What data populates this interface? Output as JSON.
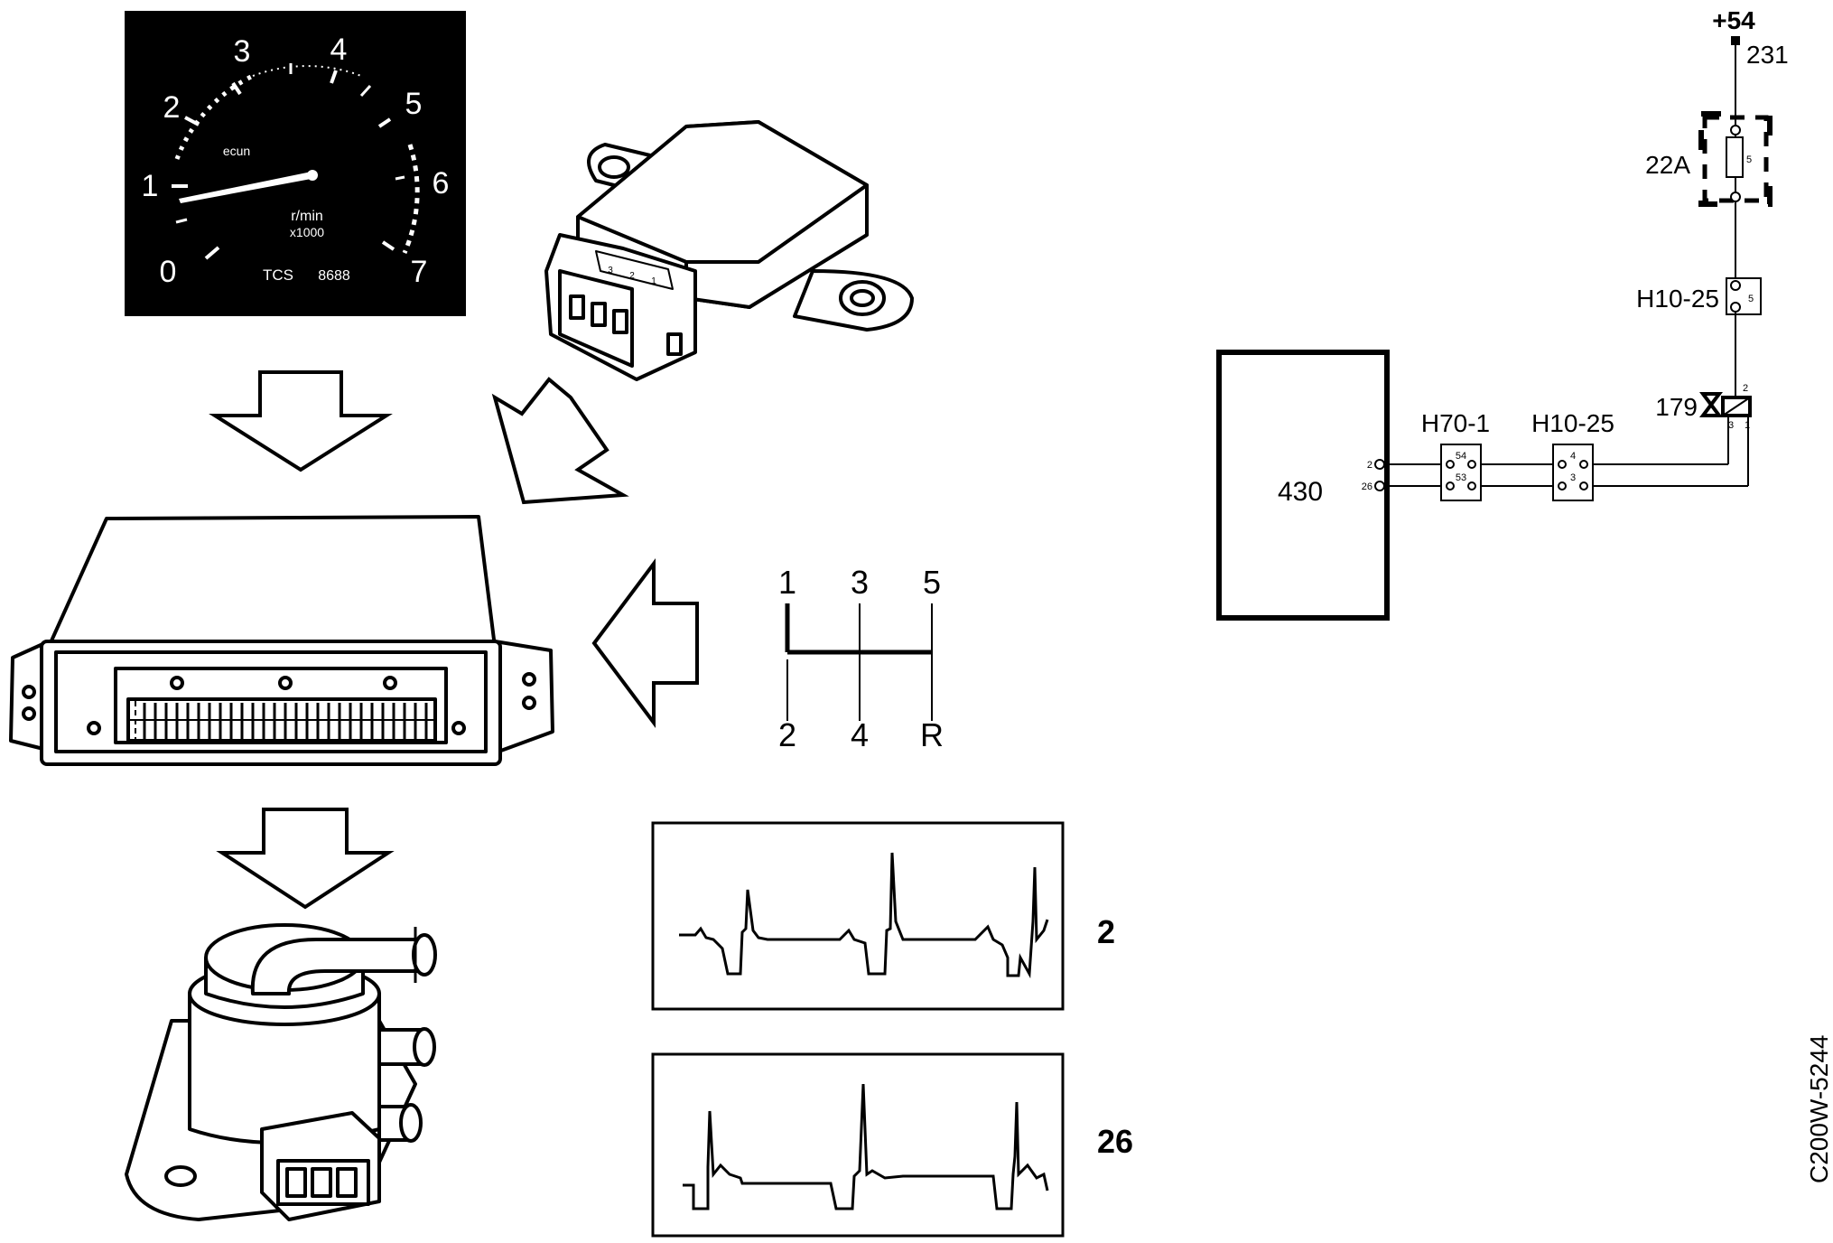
{
  "gauge": {
    "ticks": [
      "0",
      "1",
      "2",
      "3",
      "4",
      "5",
      "6",
      "7"
    ],
    "upper_label": "ecun",
    "unit_label": "r/min",
    "multiplier_label": "x1000",
    "brand_label": "TCS",
    "odometer_label": "8688"
  },
  "throttle_sensor": {
    "pins": [
      "3",
      "2",
      "1"
    ]
  },
  "gear_pattern": {
    "top": [
      "1",
      "3",
      "5"
    ],
    "bottom": [
      "2",
      "4",
      "R"
    ]
  },
  "waveforms": [
    {
      "pin_label": "2"
    },
    {
      "pin_label": "26"
    }
  ],
  "schematic": {
    "supply_label": "+54",
    "supply_wire": "231",
    "fuse_label": "22A",
    "fuse_number": "5",
    "connector_top_label": "H10-25",
    "connector_top_pin": "5",
    "valve_label": "179",
    "valve_pins": {
      "top": "2",
      "bottom_left": "3",
      "bottom_right": "1"
    },
    "ecu_label": "430",
    "ecu_pins": [
      "2",
      "26"
    ],
    "h70_label": "H70-1",
    "h70_pins": [
      "54",
      "53"
    ],
    "h10_label": "H10-25",
    "h10_pins": [
      "4",
      "3"
    ]
  },
  "figure_code": "C200W-5244"
}
